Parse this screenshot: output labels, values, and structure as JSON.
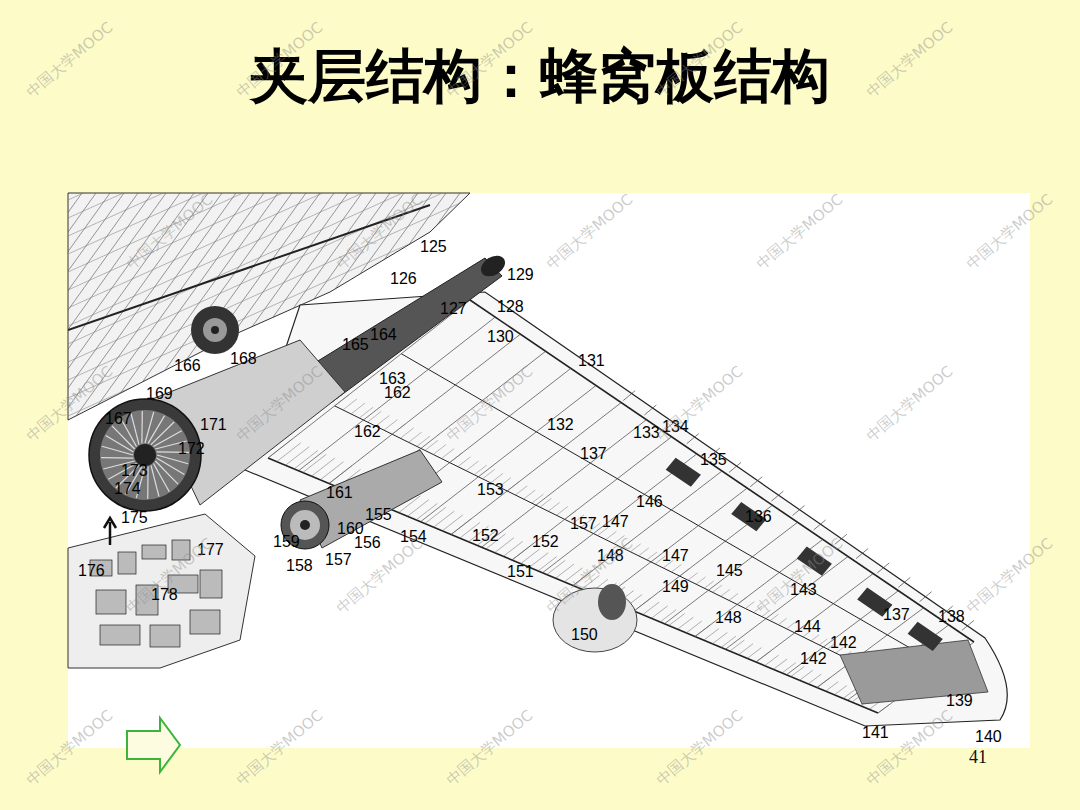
{
  "diagram": {
    "title": "夹层结构：蜂窝板结构",
    "labels": [
      "125",
      "126",
      "129",
      "128",
      "127",
      "130",
      "131",
      "132",
      "133",
      "134",
      "135",
      "136",
      "137",
      "138",
      "139",
      "140",
      "141",
      "142",
      "142",
      "143",
      "144",
      "145",
      "146",
      "147",
      "147",
      "148",
      "148",
      "149",
      "150",
      "151",
      "152",
      "152",
      "153",
      "154",
      "155",
      "156",
      "157",
      "158",
      "159",
      "160",
      "161",
      "162",
      "162",
      "163",
      "164",
      "165",
      "166",
      "167",
      "168",
      "169",
      "171",
      "172",
      "173",
      "174",
      "175",
      "176",
      "177",
      "178",
      "157",
      "137",
      "41",
      "中国大学MOOC",
      "中国大学MOOC",
      "中国大学MOOC",
      "中国大学MOOC",
      "中国大学MOOC",
      "中国大学MOOC",
      "中国大学MOOC",
      "中国大学MOOC",
      "中国大学MOOC",
      "中国大学MOOC",
      "中国大学MOOC",
      "中国大学MOOC",
      "中国大学MOOC",
      "中国大学MOOC",
      "中国大学MOOC",
      "中国大学MOOC",
      "中国大学MOOC",
      "中国大学MOOC",
      "中国大学MOOC",
      "中国大学MOOC",
      "中国大学MOOC",
      "中国大学MOOC",
      "中国大学MOOC",
      "中国大学MOOC",
      "中国大学MOOC"
    ]
  }
}
